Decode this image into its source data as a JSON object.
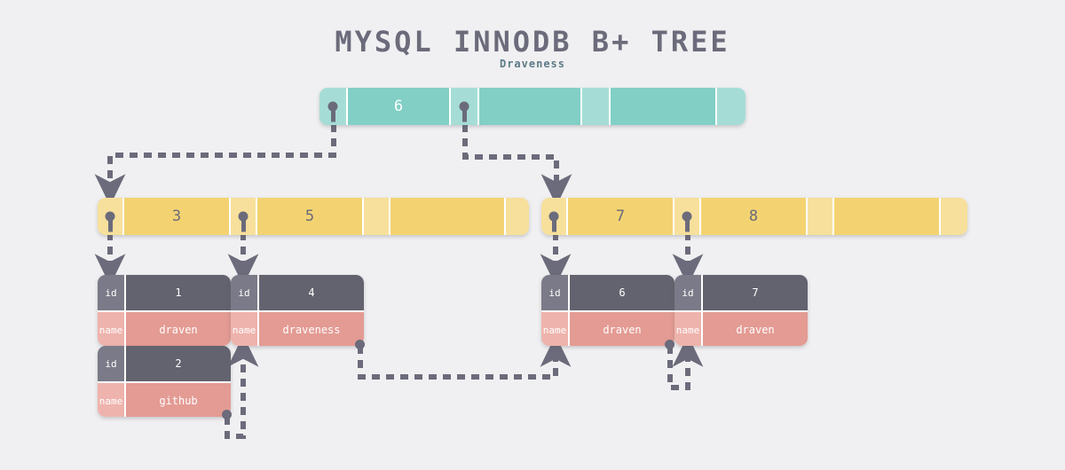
{
  "header": {
    "title": "MYSQL INNODB B+ TREE",
    "subtitle": "Draveness"
  },
  "colors": {
    "background": "#f0f0f2",
    "teal_value": "#82cfc5",
    "teal_pointer": "#a5ddd6",
    "yellow_value": "#f3d371",
    "yellow_pointer": "#f7e09b",
    "leaf_id_label": "#7a7a88",
    "leaf_id_value": "#63636f",
    "leaf_name_label": "#eeb3ac",
    "leaf_name_value": "#e39b93",
    "edge": "#6b6b7b",
    "title_text": "#6b6b7b",
    "subtitle_text": "#5d7a85"
  },
  "root_node": {
    "name": "root-index-node",
    "keys": [
      "6",
      "",
      ""
    ],
    "pointer_count": 4
  },
  "internal_nodes": [
    {
      "name": "internal-node-left",
      "keys": [
        "3",
        "5",
        ""
      ],
      "pointer_count": 4
    },
    {
      "name": "internal-node-right",
      "keys": [
        "7",
        "8",
        ""
      ],
      "pointer_count": 4
    }
  ],
  "leaf_nodes": [
    {
      "name": "leaf-node-1",
      "records": [
        {
          "id_label": "id",
          "id_value": "1",
          "name_label": "name",
          "name_value": "draven"
        },
        {
          "id_label": "id",
          "id_value": "2",
          "name_label": "name",
          "name_value": "github"
        }
      ]
    },
    {
      "name": "leaf-node-2",
      "records": [
        {
          "id_label": "id",
          "id_value": "4",
          "name_label": "name",
          "name_value": "draveness"
        }
      ]
    },
    {
      "name": "leaf-node-3",
      "records": [
        {
          "id_label": "id",
          "id_value": "6",
          "name_label": "name",
          "name_value": "draven"
        }
      ]
    },
    {
      "name": "leaf-node-4",
      "records": [
        {
          "id_label": "id",
          "id_value": "7",
          "name_label": "name",
          "name_value": "draven"
        }
      ]
    }
  ],
  "edges": {
    "index_links": 4,
    "leaf_links": 3
  }
}
